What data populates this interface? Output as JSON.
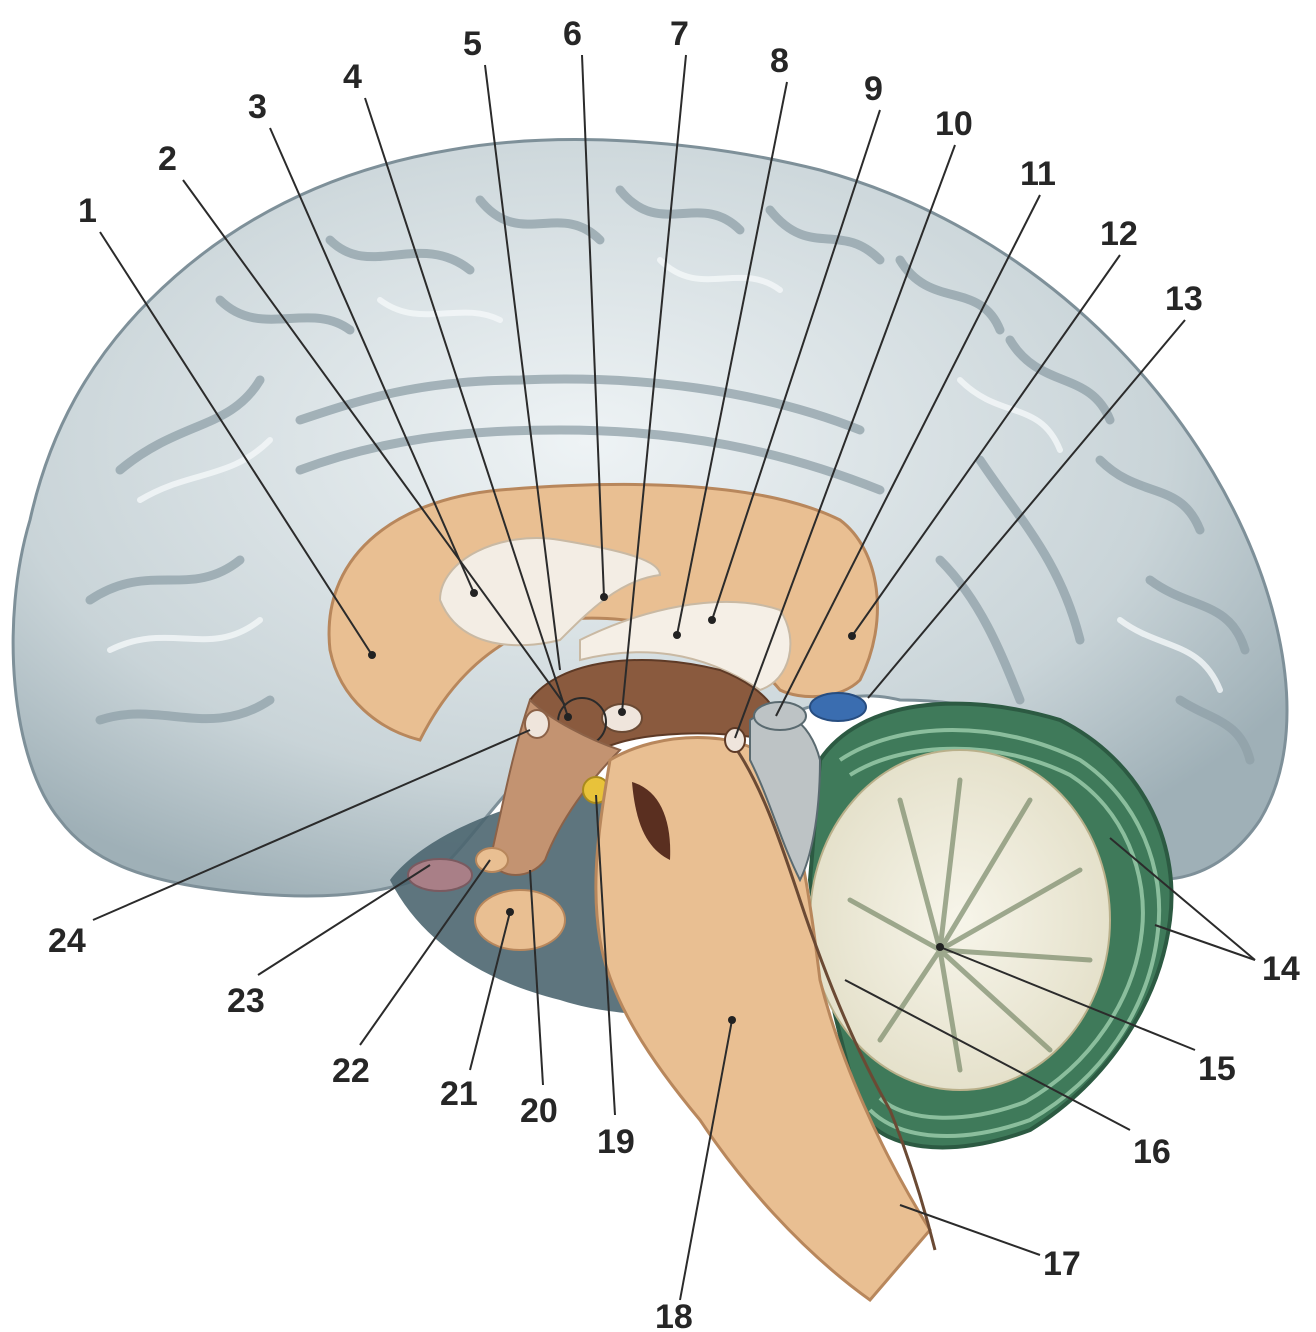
{
  "diagram": {
    "labels": [
      "1",
      "2",
      "3",
      "4",
      "5",
      "6",
      "7",
      "8",
      "9",
      "10",
      "11",
      "12",
      "13",
      "14",
      "15",
      "16",
      "17",
      "18",
      "19",
      "20",
      "21",
      "22",
      "23",
      "24"
    ]
  },
  "colors": {
    "cortex_gray": "#c9d4d8",
    "cortex_highlight": "#eef3f5",
    "sulcus_shadow": "#8fa0a8",
    "medial_tan": "#e9bf92",
    "deep_tan": "#d9a77a",
    "brown_structures": "#8a5a3e",
    "cerebellum_green": "#3f7a5a",
    "arbor_vitae": "#f3f0e2",
    "shadow_blue": "#4c6670",
    "leader_line": "#2b2b2b"
  }
}
